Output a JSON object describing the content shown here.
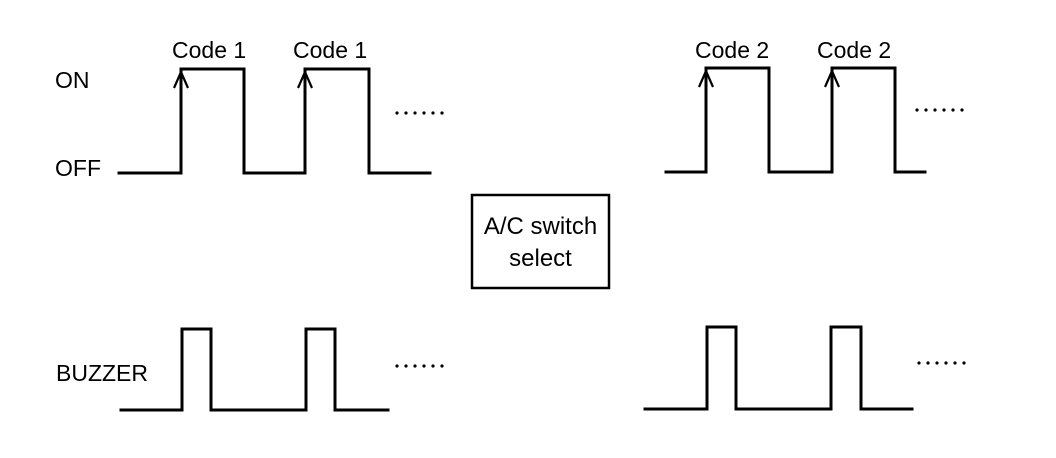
{
  "diagram": {
    "type": "timing-diagram",
    "colors": {
      "stroke": "#000000",
      "background": "#ffffff"
    },
    "signal_labels": {
      "on": "ON",
      "off": "OFF",
      "buzzer": "BUZZER"
    },
    "center_box": {
      "lines": [
        "A/C switch",
        "select"
      ]
    },
    "groups": [
      {
        "name": "code-1-group",
        "code_label": "Code 1",
        "pulse_count_shown": 2,
        "continuation": "......",
        "code_pulses": [
          {
            "label": "Code 1",
            "state": "ON"
          },
          {
            "label": "Code 1",
            "state": "ON"
          }
        ],
        "buzzer_pulses": 2
      },
      {
        "name": "code-2-group",
        "code_label": "Code 2",
        "pulse_count_shown": 2,
        "continuation": "......",
        "code_pulses": [
          {
            "label": "Code 2",
            "state": "ON"
          },
          {
            "label": "Code 2",
            "state": "ON"
          }
        ],
        "buzzer_pulses": 2
      }
    ]
  }
}
